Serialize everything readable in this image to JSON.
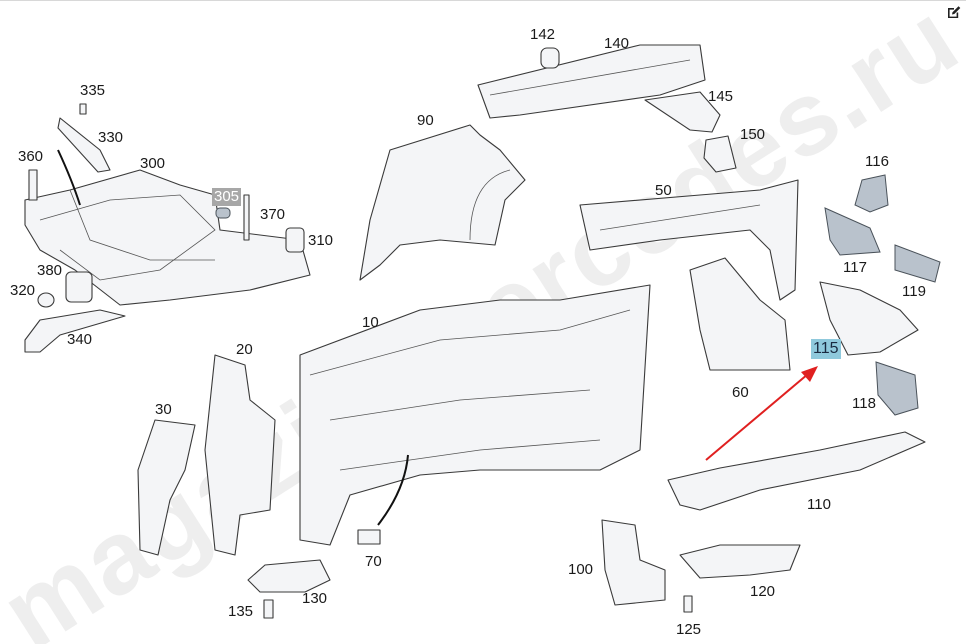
{
  "watermark": "magazin-mercedes.ru",
  "highlight_colors": {
    "selected": "#8fc9dc",
    "secondary": "#a7a7a7",
    "arrow": "#e02020"
  },
  "toolbar": {
    "edit_icon": "edit-icon"
  },
  "labels": {
    "l142": "142",
    "l140": "140",
    "l335": "335",
    "l330": "330",
    "l360": "360",
    "l300": "300",
    "l90": "90",
    "l145": "145",
    "l150": "150",
    "l116": "116",
    "l50": "50",
    "l305": "305",
    "l370": "370",
    "l310": "310",
    "l117": "117",
    "l119": "119",
    "l380": "380",
    "l320": "320",
    "l10": "10",
    "l340": "340",
    "l20": "20",
    "l115": "115",
    "l60": "60",
    "l118": "118",
    "l30": "30",
    "l110": "110",
    "l70": "70",
    "l100": "100",
    "l120": "120",
    "l130": "130",
    "l135": "135",
    "l125": "125"
  }
}
